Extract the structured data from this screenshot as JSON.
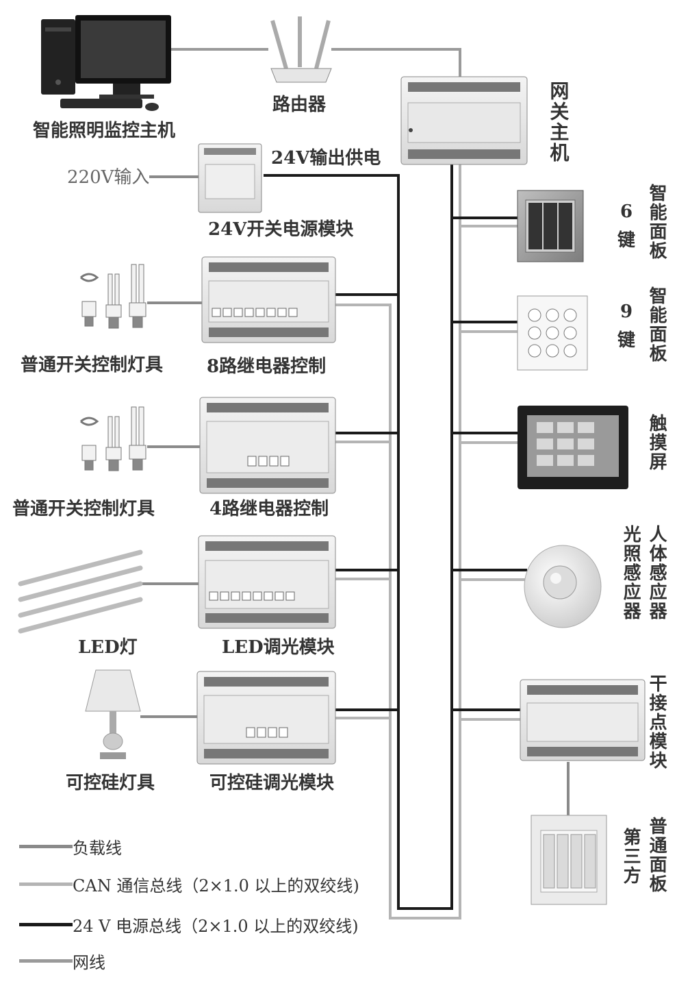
{
  "colors": {
    "load_line": "#8a8a8a",
    "can_bus": "#b4b4b4",
    "power_bus": "#1a1a1a",
    "network": "#9a9a9a"
  },
  "labels": {
    "host": "智能照明监控主机",
    "router": "路由器",
    "gateway": "网关主机",
    "input_220v": "220V输入",
    "output_24v": "24V输出供电",
    "psu": "24V开关电源模块",
    "lamp_group_1": "普通开关控制灯具",
    "relay_8": "8路继电器控制",
    "lamp_group_2": "普通开关控制灯具",
    "relay_4": "4路继电器控制",
    "led_lamp": "LED灯",
    "led_dimmer": "LED调光模块",
    "scr_lamp": "可控硅灯具",
    "scr_dimmer": "可控硅调光模块",
    "panel6_num": "6",
    "panel6_key": "键",
    "panel6_name": "智能面板",
    "panel9_num": "9",
    "panel9_key": "键",
    "panel9_name": "智能面板",
    "touch": "触摸屏",
    "sensor_body": "人体感应器",
    "sensor_light": "光照感应器",
    "dry_contact": "干接点模块",
    "third_a": "普通面板",
    "third_b": "第三方"
  },
  "legend": [
    {
      "text": "负载线",
      "color_key": "load_line"
    },
    {
      "text": "CAN 通信总线（2×1.0 以上的双绞线)",
      "color_key": "can_bus"
    },
    {
      "text": "24 V 电源总线（2×1.0 以上的双绞线)",
      "color_key": "power_bus"
    },
    {
      "text": "网线",
      "color_key": "network"
    }
  ]
}
